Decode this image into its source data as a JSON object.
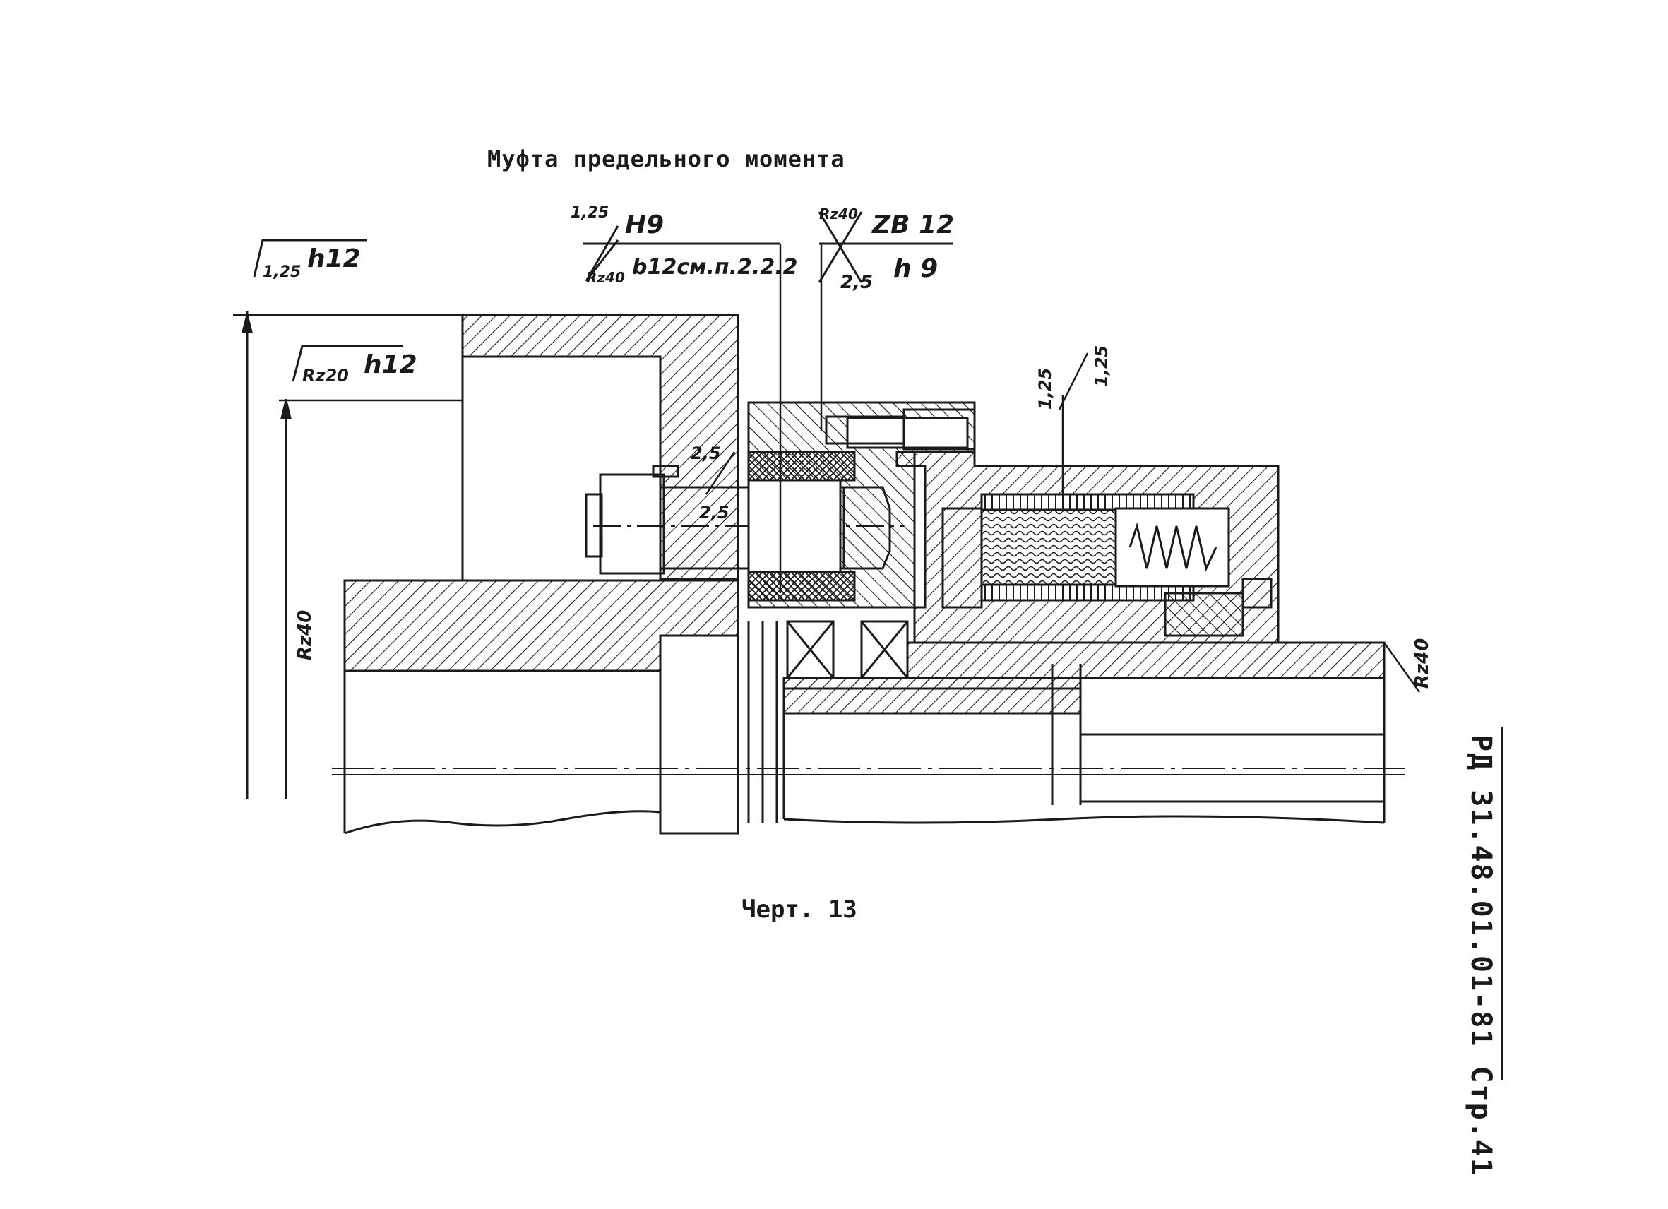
{
  "document": {
    "title": "Муфта предельного момента",
    "figure_caption": "Черт. 13",
    "side_code": "РД 31.48.01.01-81 Стр.41"
  },
  "annotations": {
    "a1_top": "1,25",
    "a1_fit": "h12",
    "a2_top": "Rz20",
    "a2_fit": "h12",
    "a3_top": "1,25",
    "a3_fit": "H9",
    "a3_bottom": "Rz40",
    "a3_fit2": "b12см.п.2.2.2",
    "a4_top": "Rz40",
    "a4_fit": "ZB 12",
    "a4_bottom": "2,5",
    "a4_fit2": "h 9",
    "a5_left": "1,25",
    "a5_right": "1,25",
    "a6_top": "2,5",
    "a6_bottom": "2,5",
    "a7_left": "Rz40",
    "a8_right": "Rz40"
  }
}
